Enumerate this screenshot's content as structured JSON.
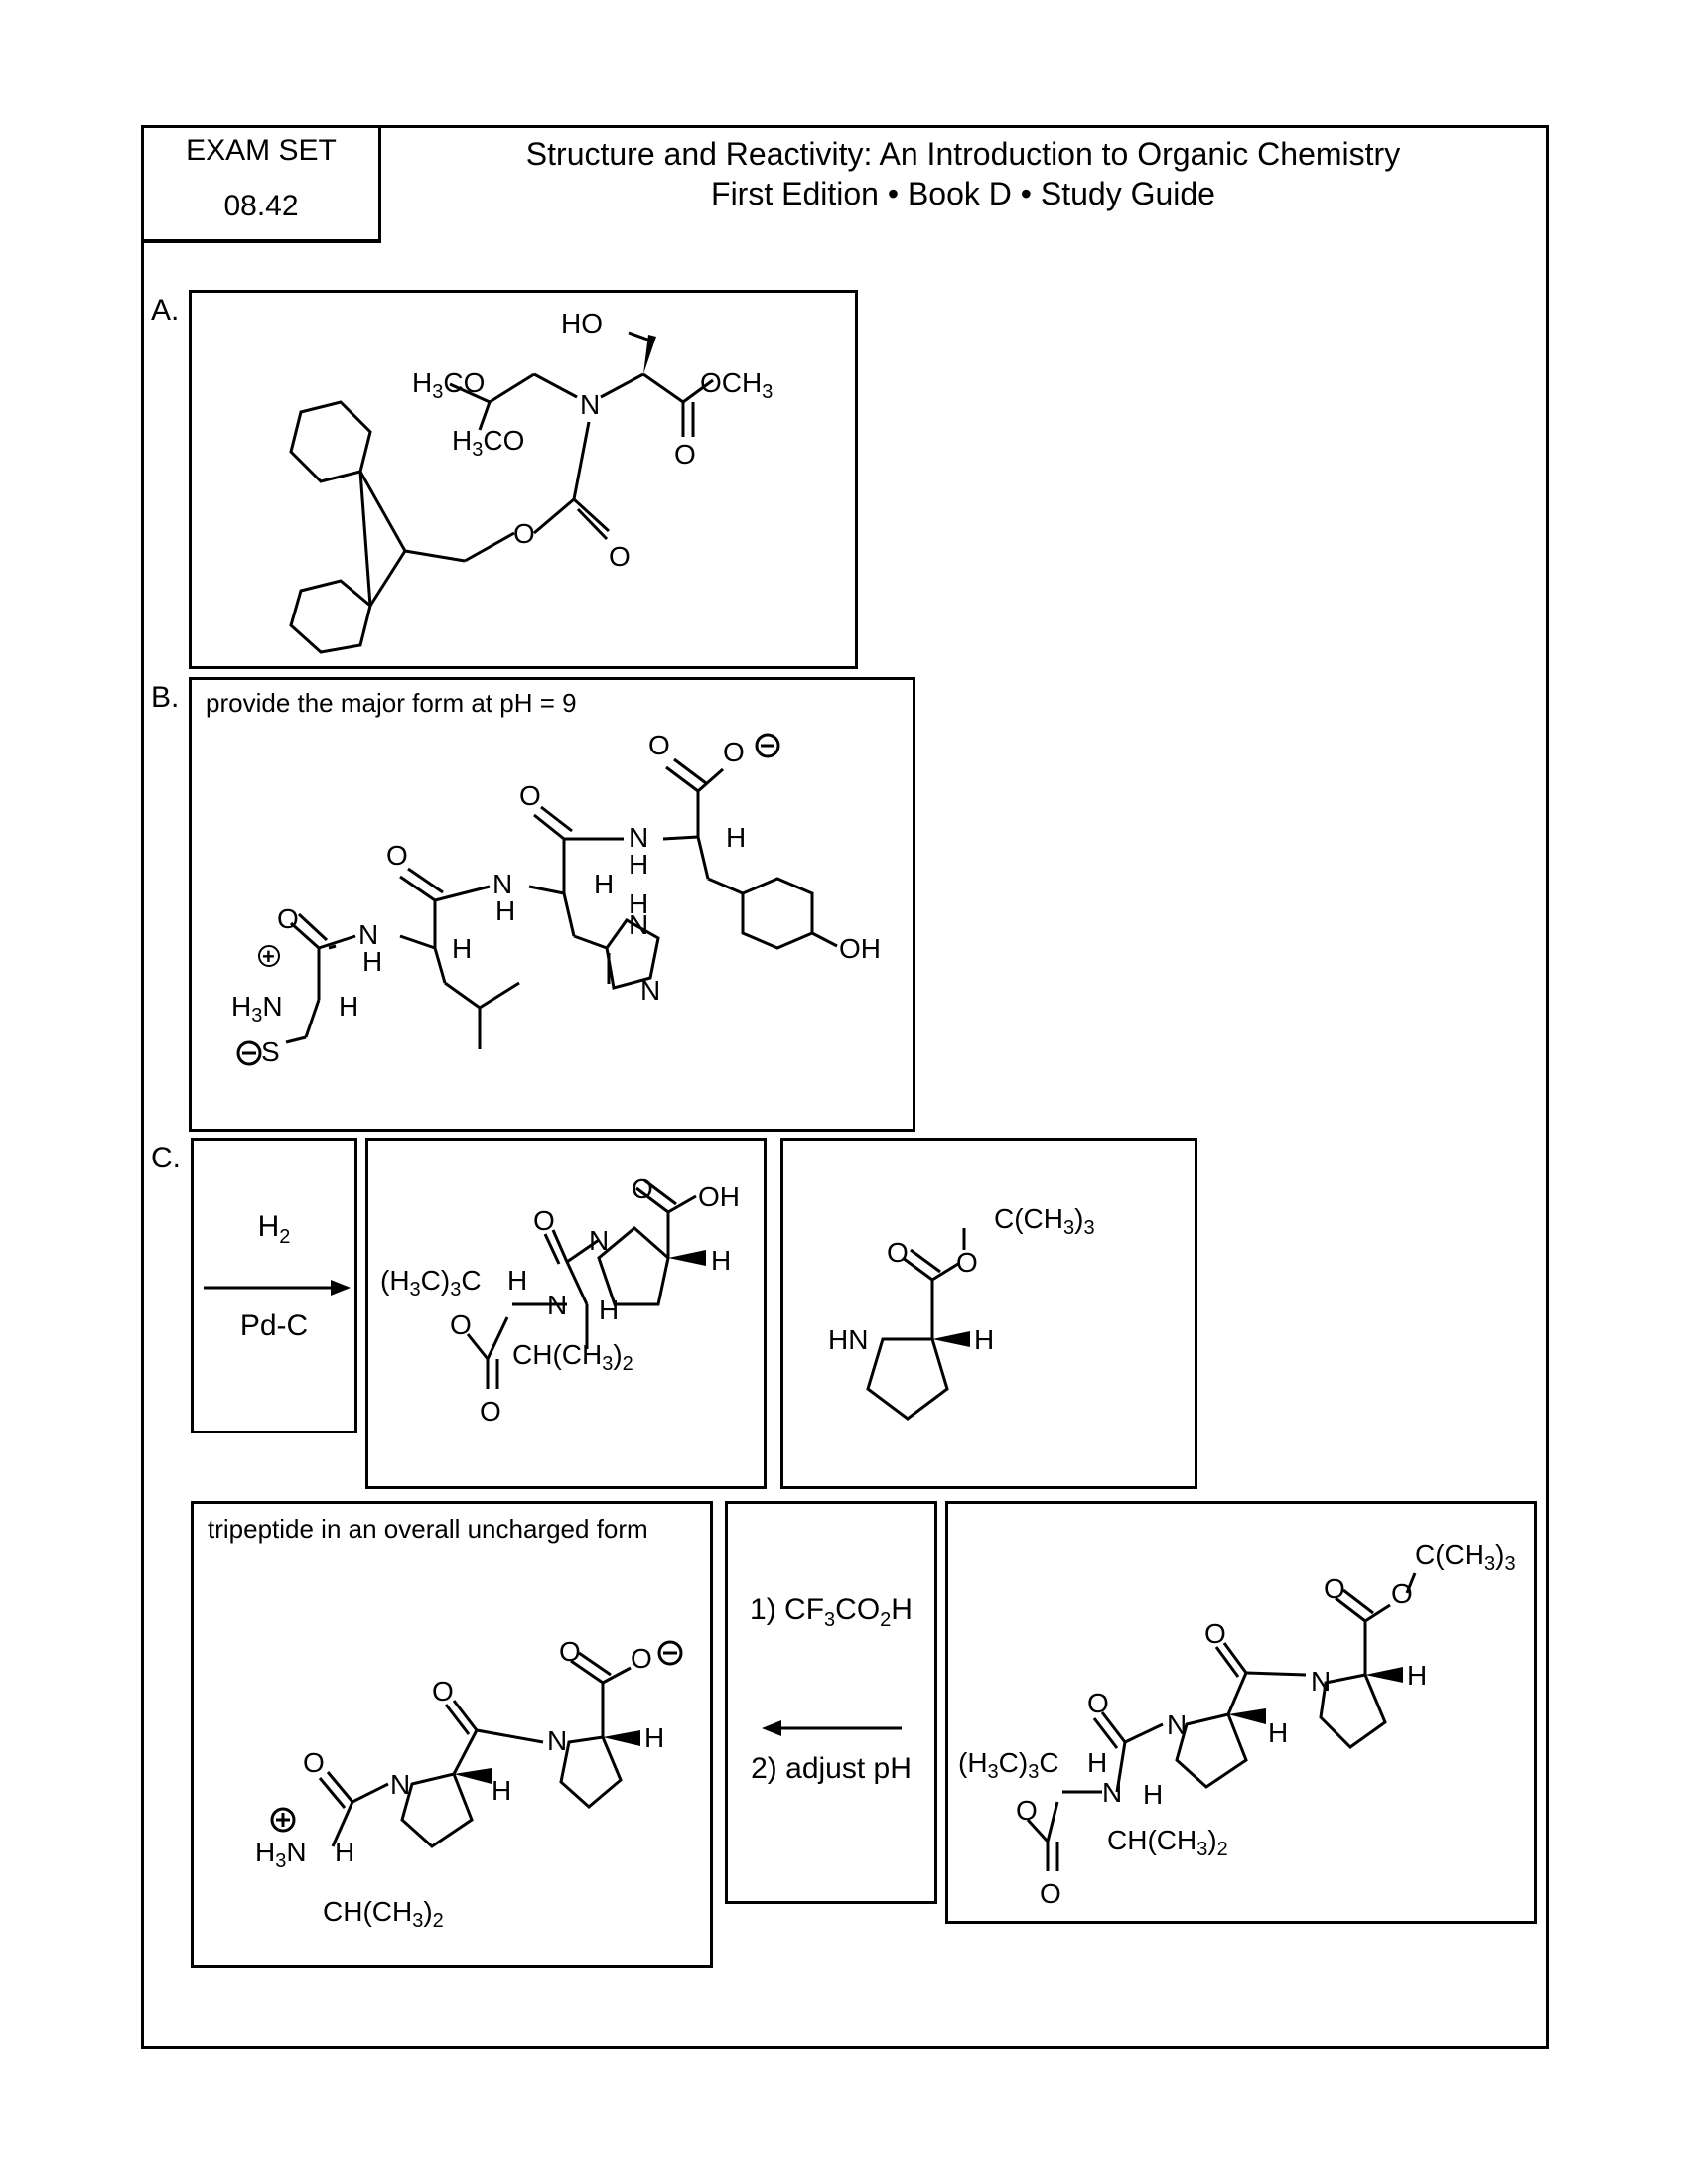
{
  "header": {
    "exam_set_label": "EXAM SET",
    "exam_set_number": "08.42",
    "title_line1": "Structure and Reactivity: An Introduction to Organic Chemistry",
    "title_line2": "First Edition • Book D • Study Guide"
  },
  "sections": {
    "a": {
      "label": "A."
    },
    "b": {
      "label": "B.",
      "prompt": "provide the major form at pH = 9"
    },
    "c": {
      "label": "C.",
      "reagent_box": {
        "reagent_top": "H",
        "reagent_top_sub": "2",
        "reagent_bottom": "Pd-C"
      },
      "deprotect_box": {
        "step1": "1) CF",
        "step1_sub": "3",
        "step1_rest": "CO",
        "step1_sub2": "2",
        "step1_end": "H",
        "step2": "2) adjust pH"
      },
      "product_box": {
        "prompt": "tripeptide in an overall uncharged form"
      }
    }
  }
}
